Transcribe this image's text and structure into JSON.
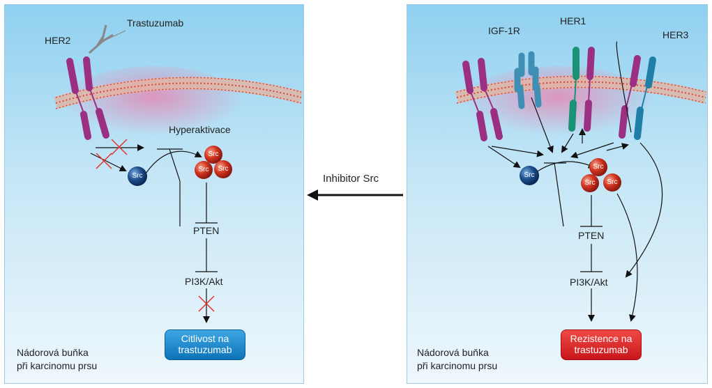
{
  "left_panel": {
    "labels": {
      "her2": "HER2",
      "trastuzumab": "Trastuzumab",
      "hyperactivation": "Hyperaktivace",
      "pten": "PTEN",
      "pi3k": "PI3K/Akt"
    },
    "src_label": "Src",
    "outcome": "Citlivost na trastuzumab",
    "caption_line1": "Nádorová buňka",
    "caption_line2": "při karcinomu prsu"
  },
  "arrow_label": "Inhibitor Src",
  "right_panel": {
    "labels": {
      "igf1r": "IGF-1R",
      "her1": "HER1",
      "her3": "HER3",
      "pten": "PTEN",
      "pi3k": "PI3K/Akt"
    },
    "src_label": "Src",
    "outcome": "Rezistence na trastuzumab",
    "caption_line1": "Nádorová buňka",
    "caption_line2": "při karcinomu prsu"
  },
  "colors": {
    "her2": "#9b2f82",
    "igf1r": "#3f8fb5",
    "her1": "#1a9276",
    "her3": "#1f7fa6",
    "src_red": "#d0321f",
    "src_blue": "#1d4d8c",
    "sensitivity_badge": "#1a86cf",
    "resistance_badge": "#d81f24",
    "inhibit_cross": "#e2332b"
  }
}
